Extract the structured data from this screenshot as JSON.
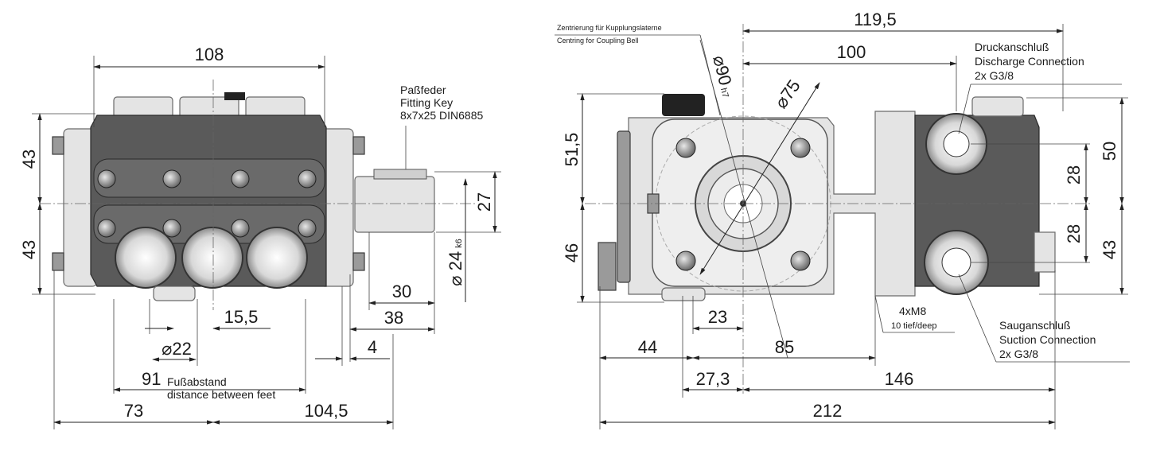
{
  "front_view": {
    "dim_108": "108",
    "dim_43_top": "43",
    "dim_43_bottom": "43",
    "dim_27": "27",
    "dim_24": "24",
    "dim_24_tol": "k6",
    "dim_30": "30",
    "dim_38": "38",
    "dim_4": "4",
    "dim_15_5": "15,5",
    "dim_22": "22",
    "dim_91": "91",
    "dim_73": "73",
    "dim_104_5": "104,5",
    "key_label": [
      "Paßfeder",
      "Fitting Key",
      "8x7x25 DIN6885"
    ],
    "feet_label": [
      "Fußabstand",
      "distance between feet"
    ]
  },
  "side_view": {
    "dim_119_5": "119,5",
    "dim_100": "100",
    "dim_90": "90",
    "dim_90_tol": "h7",
    "dim_75": "75",
    "dim_51_5": "51,5",
    "dim_46": "46",
    "dim_50": "50",
    "dim_28_top": "28",
    "dim_28_bottom": "28",
    "dim_43": "43",
    "dim_23": "23",
    "dim_44": "44",
    "dim_85": "85",
    "dim_27_3": "27,3",
    "dim_146": "146",
    "dim_212": "212",
    "centring_label": [
      "Zentrierung für Kupplungslaterne",
      "Centring for Coupling Bell"
    ],
    "discharge_label": [
      "Druckanschluß",
      "Discharge Connection",
      "2x G3/8"
    ],
    "suction_label": [
      "Sauganschluß",
      "Suction Connection",
      "2x G3/8"
    ],
    "thread_label": "4xM8",
    "thread_depth": "10 tief/deep"
  },
  "symbols": {
    "diameter": "⌀"
  },
  "colors": {
    "pump_body": "#5a5a5a",
    "aluminium": "#e4e4e4",
    "line": "#222222"
  }
}
